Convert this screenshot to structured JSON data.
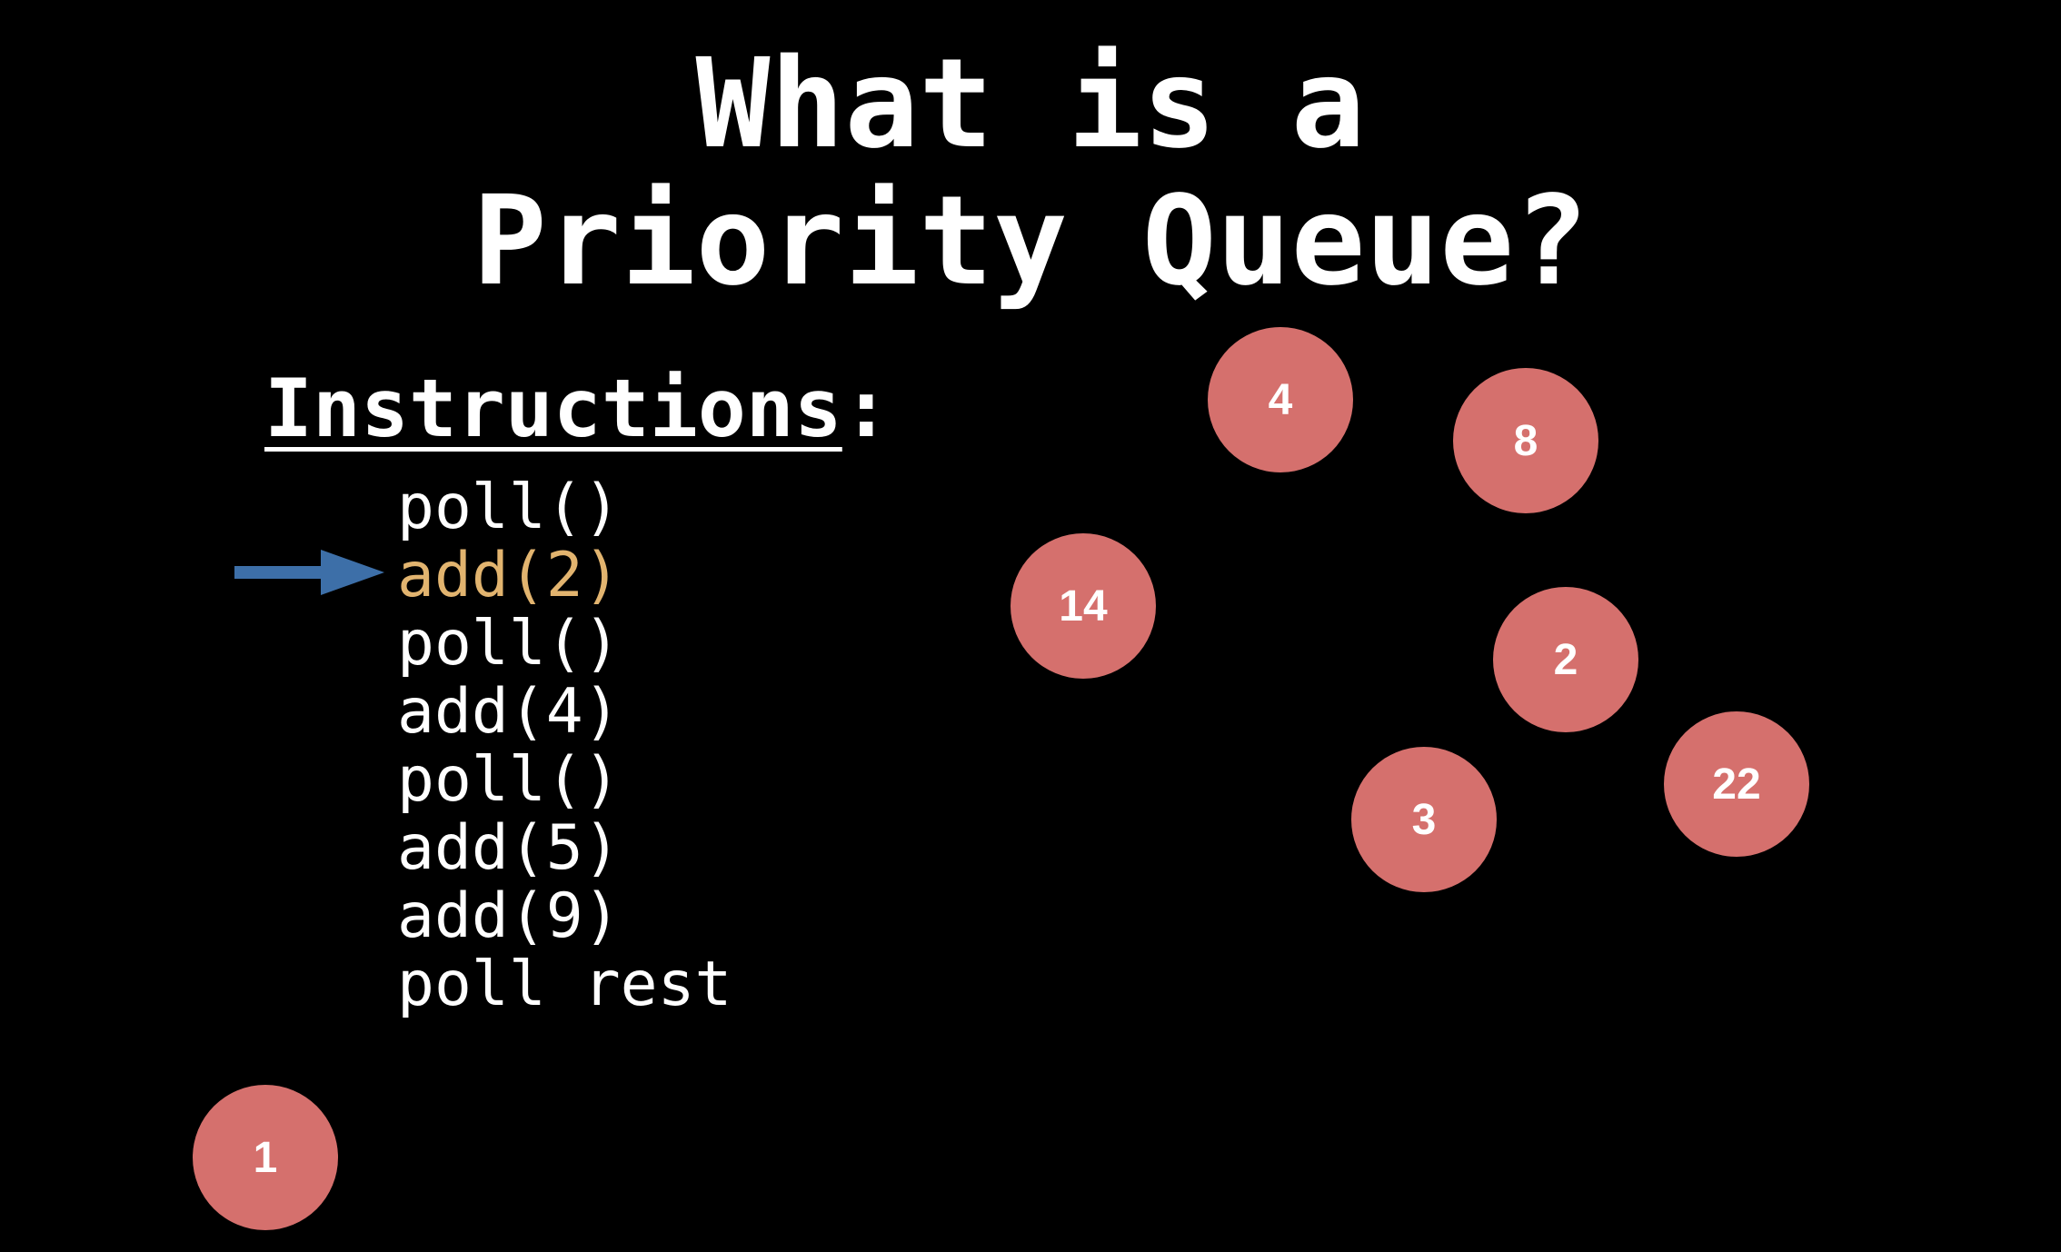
{
  "title": {
    "line1": "What is a",
    "line2": "Priority Queue?"
  },
  "instructions": {
    "heading": "Instructions",
    "colon": ":",
    "items": [
      "poll()",
      "add(2)",
      "poll()",
      "add(4)",
      "poll()",
      "add(5)",
      "add(9)",
      "poll rest"
    ],
    "current_index": 1,
    "pointer_icon": "arrow-right-icon"
  },
  "nodes": [
    "4",
    "8",
    "14",
    "2",
    "22",
    "3",
    "1"
  ],
  "colors": {
    "background": "#000000",
    "text": "#ffffff",
    "highlight": "#e2b46f",
    "node_fill": "#d5706d",
    "arrow": "#3d6fa8"
  }
}
